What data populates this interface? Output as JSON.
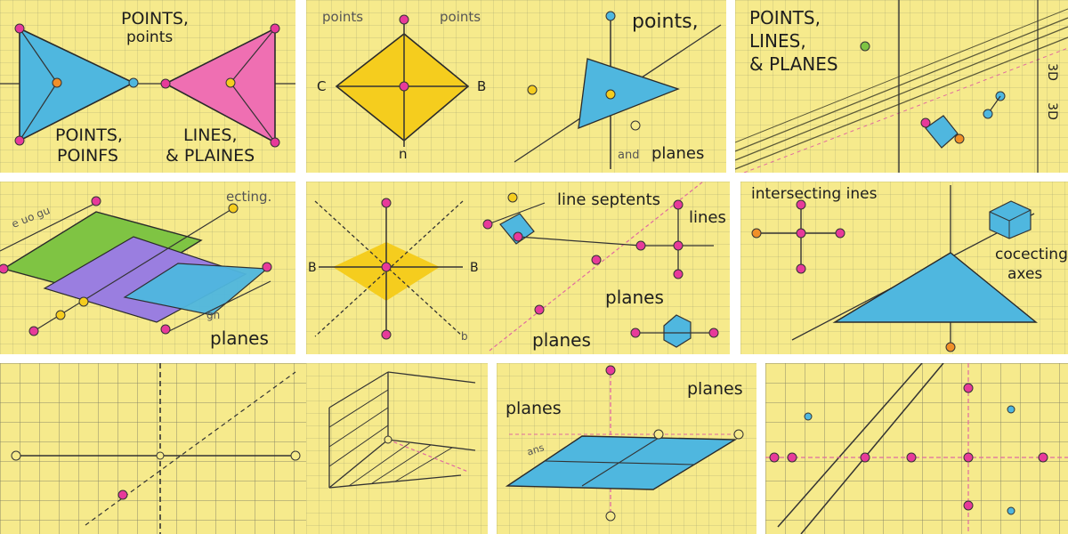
{
  "panels": {
    "p1": {
      "title_a": "POINTS,",
      "title_b": "points",
      "bottom_left_a": "POINTS,",
      "bottom_left_b": "POINFS",
      "bottom_right_a": "LINES,",
      "bottom_right_b": "& PLAINES"
    },
    "p2": {
      "label_a": "points",
      "label_b": "points",
      "vertex_left": "C",
      "vertex_right": "B",
      "vertex_bottom": "n"
    },
    "p3": {
      "title": "points,",
      "bottom_small": "and",
      "bottom": "planes"
    },
    "p4": {
      "title_a": "POINTS,",
      "title_b": "LINES,",
      "title_c": "& PLANES",
      "side_top": "3D",
      "side_bottom": "3D"
    },
    "p5": {
      "corner": "ecting.",
      "side_scribble": "e uo gu",
      "bottom": "planes",
      "side_small": "gn"
    },
    "p6": {
      "left": "B",
      "right": "B",
      "bottom_right": "b"
    },
    "p7": {
      "title": "line septents",
      "lines": "lines",
      "planes_mid": "planes",
      "planes_bottom": "planes"
    },
    "p8": {
      "title": "intersecting ines",
      "side_a": "cocecting",
      "side_b": "axes"
    },
    "p12": {
      "left": "planes",
      "right": "planes",
      "small": "ans"
    }
  },
  "colors": {
    "panel_bg": "#f6ea8c",
    "blue": "#4fb7df",
    "pink": "#ef6fb2",
    "yellow": "#f5cd1e",
    "green": "#7fc443",
    "purple": "#9a7ee0",
    "magenta_point": "#e73a9a",
    "orange_point": "#f08f28",
    "ink": "#2a2a2a"
  }
}
